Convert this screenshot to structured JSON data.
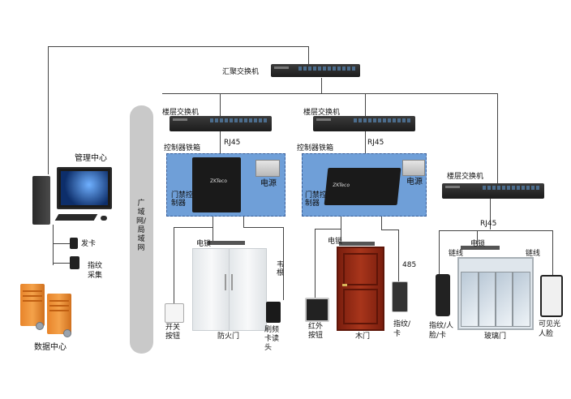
{
  "diagram": {
    "core_switch_label": "汇聚交换机",
    "floor_switch_labels": [
      "楼层交换机",
      "楼层交换机",
      "楼层交换机"
    ],
    "rj45_labels": [
      "RJ45",
      "RJ45",
      "RJ45"
    ],
    "controller_box_labels": [
      "控制器铁箱",
      "控制器铁箱"
    ],
    "controller_labels": [
      "门禁控制器",
      "门禁控制器"
    ],
    "power_labels": [
      "电源",
      "电源"
    ],
    "network_label": "广域网/局域网",
    "management_center": "管理中心",
    "card_issuer": "发卡",
    "fingerprint_enroll": "指纹采集",
    "data_center": "数据中心",
    "lock_labels": [
      "电锁",
      "电锁",
      "电锁"
    ],
    "wiegand": "韦根",
    "exit_button": "开关按钮",
    "fire_door": "防火门",
    "card_reader": "刷频卡读头",
    "ir_button": "红外按钮",
    "wood_door": "木门",
    "port_485": "485",
    "fp_card": "指纹/卡",
    "chain_labels": [
      "链线",
      "链线"
    ],
    "fp_face_card": "指纹/人脸/卡",
    "glass_door": "玻璃门",
    "visible_face": "可见光人脸",
    "brand_mark": "ZKTeco"
  }
}
